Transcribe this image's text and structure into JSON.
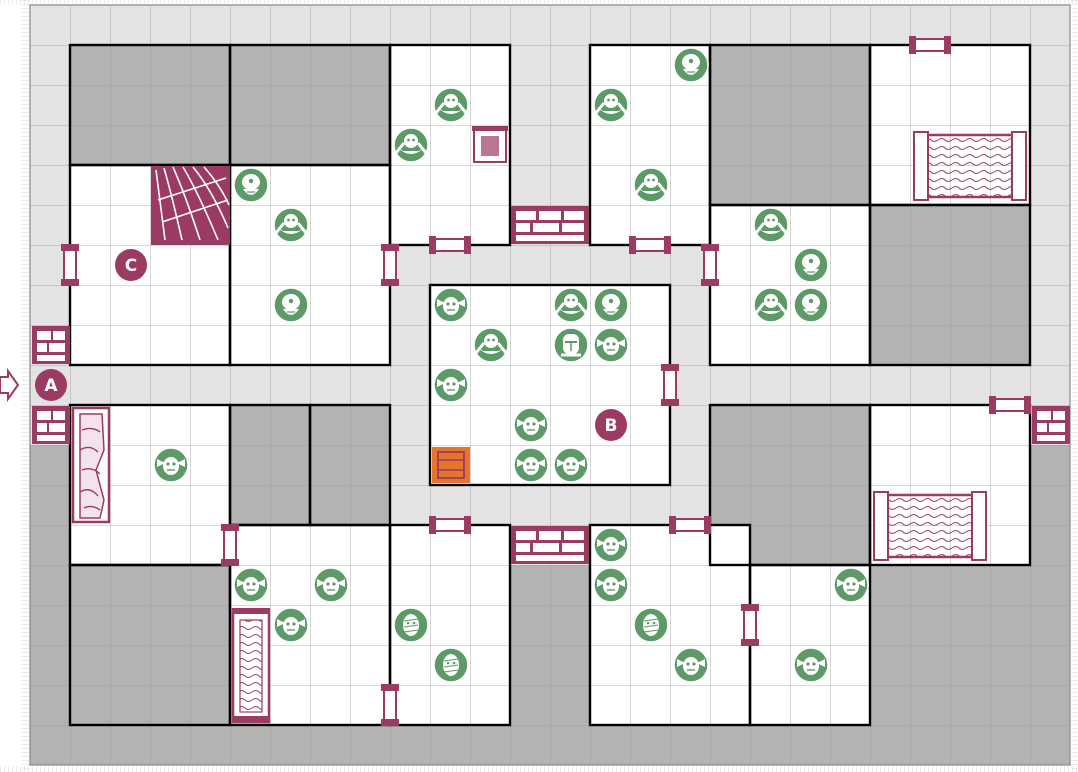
{
  "quest_map": {
    "markers": [
      {
        "id": "A",
        "label": "A",
        "kind": "start-arrow"
      },
      {
        "id": "B",
        "label": "B",
        "kind": "room-letter"
      },
      {
        "id": "C",
        "label": "C",
        "kind": "room-letter"
      }
    ],
    "monster_types": {
      "goblin": "goblin-icon",
      "orc": "orc-icon",
      "fimir": "fimir-icon",
      "chaos_warrior": "chaos-warrior-icon",
      "mummy": "mummy-icon"
    },
    "furniture": [
      "rack-icon",
      "table-icon",
      "bookcase-icon",
      "stairway-icon",
      "fireplace-icon",
      "treasure-chest-icon"
    ],
    "colors": {
      "monster": "#5e9a68",
      "marker": "#9b3a63",
      "furniture": "#9b3a63",
      "floor_blocked": "#b3b3b3",
      "corridor": "#e3e3e3",
      "room_floor": "#ffffff",
      "highlight_square": "#e8742c"
    }
  }
}
